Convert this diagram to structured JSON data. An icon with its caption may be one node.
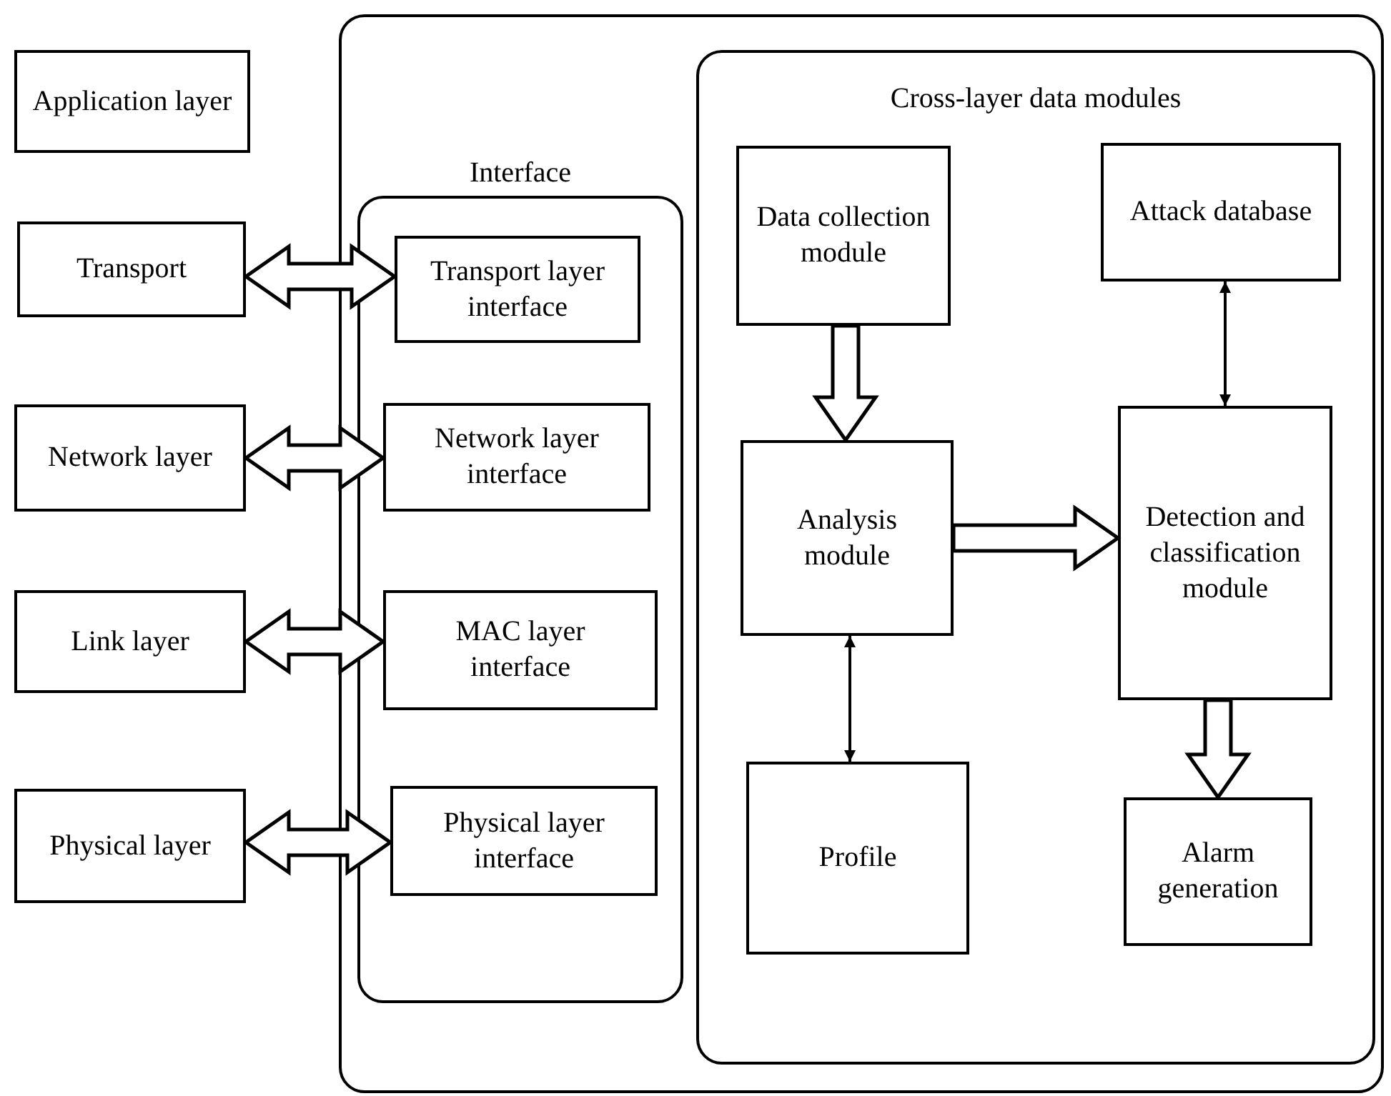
{
  "diagram": {
    "nodes": [
      {
        "text": [
          "Application layer"
        ]
      },
      {
        "text": [
          "Transport"
        ]
      },
      {
        "text": [
          "Network layer"
        ]
      },
      {
        "text": [
          "Link layer"
        ]
      },
      {
        "text": [
          "Physical layer"
        ]
      },
      {
        "text": [],
        "shape": "box"
      },
      {
        "text": [
          "Interface"
        ],
        "in": 5
      },
      {
        "text": [
          "Transport layer interface"
        ],
        "in": 6
      },
      {
        "text": [
          "Network layer interface"
        ],
        "in": 6
      },
      {
        "text": [
          "MAC layer interface"
        ],
        "in": 6
      },
      {
        "text": [
          "Physical layer interface"
        ],
        "in": 6
      },
      {
        "text": [
          "Cross-layer data modules"
        ],
        "in": 5
      },
      {
        "text": [
          "Data collection module"
        ],
        "in": 11
      },
      {
        "text": [
          "Attack database"
        ],
        "in": 11
      },
      {
        "text": [
          "Analysis module"
        ],
        "in": 11
      },
      {
        "text": [
          "Detection and classification module"
        ],
        "in": 11
      },
      {
        "text": [
          "Profile"
        ],
        "in": 11
      },
      {
        "text": [
          "Alarm generation"
        ],
        "in": 11
      }
    ],
    "edges": [
      {
        "from": 1,
        "to": 7,
        "arrow": "both",
        "style": "thick"
      },
      {
        "from": 2,
        "to": 8,
        "arrow": "both",
        "style": "thick"
      },
      {
        "from": 3,
        "to": 9,
        "arrow": "both",
        "style": "thick"
      },
      {
        "from": 4,
        "to": 10,
        "arrow": "both",
        "style": "thick"
      },
      {
        "from": 12,
        "to": 14,
        "arrow": "to",
        "style": "thick"
      },
      {
        "from": 14,
        "to": 15,
        "arrow": "to",
        "style": "thick"
      },
      {
        "from": 13,
        "to": 15,
        "arrow": "both"
      },
      {
        "from": 14,
        "to": 16,
        "arrow": "both"
      },
      {
        "from": 15,
        "to": 17,
        "arrow": "to",
        "style": "thick"
      }
    ]
  }
}
